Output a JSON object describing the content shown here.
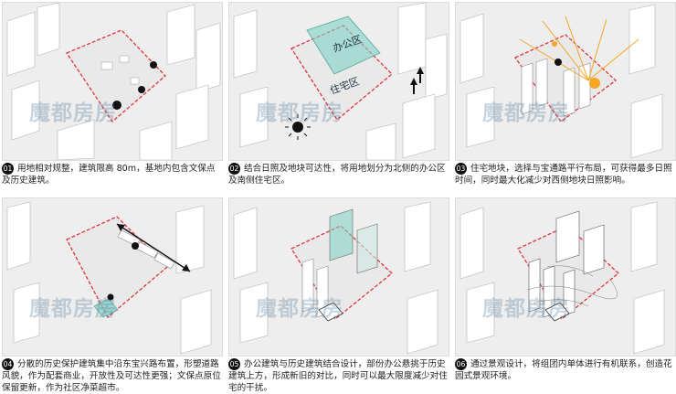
{
  "panels": [
    {
      "number": "01",
      "caption": "用地相对规整，建筑限高 80m，基地内包含文保点及历史建筑。",
      "watermark": "魔都房房"
    },
    {
      "number": "02",
      "caption": "结合日照及地块可达性，将用地划分为北侧的办公区及南侧住宅区。",
      "watermark": "魔都房房",
      "zones": [
        "办公区",
        "住宅区"
      ]
    },
    {
      "number": "03",
      "caption": "住宅地块，选择与宝通路平行布局，可获得最多日照时间，同时最大化减少对西侧地块日照影响。",
      "watermark": "魔都房房"
    },
    {
      "number": "04",
      "caption": "分散的历史保护建筑集中沿东宝兴路布置，形塑道路风貌，作为配套商业，开放性及可达性更强；文保点原位保留更新，作为社区净菜超市。",
      "watermark": "魔都房房"
    },
    {
      "number": "05",
      "caption": "办公建筑与历史建筑结合设计，部份办公悬挑于历史建筑上方，形成新旧的对比，同时可以最大限度减少对住宅的干扰。",
      "watermark": "魔都房房"
    },
    {
      "number": "06",
      "caption": "通过景观设计，将组团内单体进行有机联系，创造花园式景观环境。",
      "watermark": "魔都房房"
    }
  ],
  "colors": {
    "site_boundary": "#e0353a",
    "office_zone": "#7fd0c4",
    "sun": "#f5a623",
    "building": "#ffffff",
    "building_edge": "#9a9a9a"
  }
}
